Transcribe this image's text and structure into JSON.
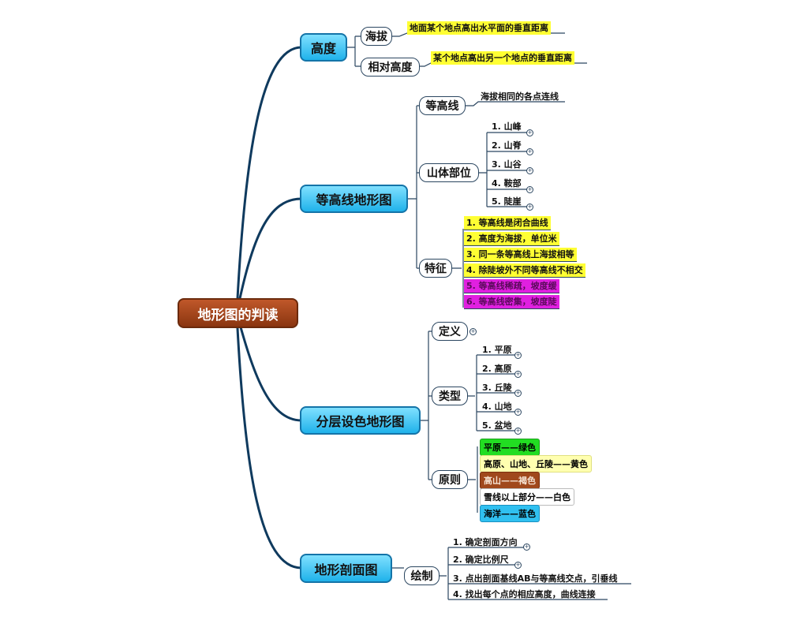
{
  "root": "地形图的判读",
  "height": {
    "title": "高度",
    "children": [
      {
        "label": "海拔",
        "desc": "地面某个地点高出水平面的垂直距离"
      },
      {
        "label": "相对高度",
        "desc": "某个地点高出另一个地点的垂直距离"
      }
    ]
  },
  "contour": {
    "title": "等高线地形图",
    "line": {
      "label": "等高线",
      "desc": "海拔相同的各点连线"
    },
    "parts": {
      "label": "山体部位",
      "items": [
        "1. 山峰",
        "2. 山脊",
        "3. 山谷",
        "4. 鞍部",
        "5. 陡崖"
      ]
    },
    "features": {
      "label": "特征",
      "items": [
        "1. 等高线是闭合曲线",
        "2. 高度为海拔，单位米",
        "3. 同一条等高线上海拔相等",
        "4. 除陡坡外不同等高线不相交",
        "5. 等高线稀疏，坡度缓",
        "6. 等高线密集，坡度陡"
      ]
    }
  },
  "layered": {
    "title": "分层设色地形图",
    "definition": "定义",
    "types": {
      "label": "类型",
      "items": [
        "1. 平原",
        "2. 高原",
        "3. 丘陵",
        "4. 山地",
        "5. 盆地"
      ]
    },
    "principles": {
      "label": "原则",
      "items": [
        "平原——绿色",
        "高原、山地、丘陵——黄色",
        "高山——褐色",
        "雪线以上部分——白色",
        "海洋——蓝色"
      ]
    }
  },
  "profile": {
    "title": "地形剖面图",
    "draw": {
      "label": "绘制",
      "items": [
        "1. 确定剖面方向",
        "2. 确定比例尺",
        "3. 点出剖面基线AB与等高线交点，引垂线",
        "4. 找出每个点的相应高度，曲线连接"
      ]
    }
  },
  "colors": {
    "branch": "#0f3a5e",
    "highlight": "#ffff33",
    "magenta": "#e020e0",
    "green": "#22dd22",
    "yellow": "#ffffb0",
    "brown": "#a0481c",
    "blue": "#30c0f0"
  }
}
